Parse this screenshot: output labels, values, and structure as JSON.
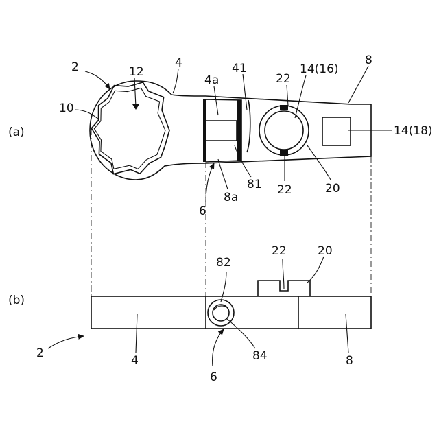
{
  "view_labels": {
    "a": "(a)",
    "b": "(b)"
  },
  "labels_a": {
    "wrench": "2",
    "head_part": "4",
    "grip_part": "8",
    "ring": "10",
    "notch": "12",
    "slot": "4a",
    "recess": "41",
    "upper_tab": "22",
    "lower_tab": "22",
    "round_hole": "14(16)",
    "square_hole": "14(18)",
    "joint": "6",
    "tongue": "8a",
    "pin_hole": "81",
    "insert": "20"
  },
  "labels_b": {
    "wrench": "2",
    "head_part": "4",
    "grip_part": "8",
    "joint": "6",
    "pin": "82",
    "pin_inner": "84",
    "tab": "22",
    "insert": "20"
  },
  "colors": {
    "line": "#111111",
    "background": "#ffffff"
  }
}
